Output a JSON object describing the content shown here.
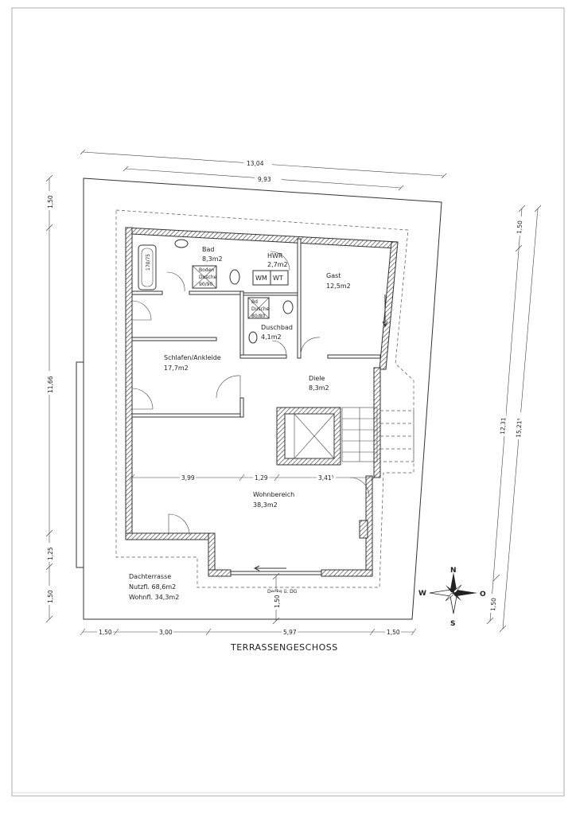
{
  "plan_title": "TERRASSENGESCHOSS",
  "rooms": {
    "bad": {
      "name": "Bad",
      "area": "8,3m2"
    },
    "hwr": {
      "name": "HWR",
      "area": "2,7m2"
    },
    "gast": {
      "name": "Gast",
      "area": "12,5m2"
    },
    "duschbad": {
      "name": "Duschbad",
      "area": "4,1m2"
    },
    "schlafen": {
      "name": "Schlafen/Ankleide",
      "area": "17,7m2"
    },
    "diele": {
      "name": "Diele",
      "area": "8,3m2"
    },
    "wohnbereich": {
      "name": "Wohnbereich",
      "area": "38,3m2"
    }
  },
  "fixtures": {
    "tub": "170/75",
    "shower1_a": "Boden",
    "shower1_b": "Dusche",
    "shower1_c": "90/90",
    "shower2_a": "Bd",
    "shower2_b": "Dusche",
    "shower2_c": "80/80",
    "wm": "WM",
    "wt": "WT",
    "stair_note": "Decke ü. DG"
  },
  "summary": {
    "line1": "Dachterrasse",
    "line2": "Nutzfl.  68,6m2",
    "line3": "Wohnfl.  34,3m2"
  },
  "dims": {
    "top_total": "13,04",
    "top_inner": "9,93",
    "left_top": "1,50",
    "left_mid": "11,66",
    "left_low": "1,25",
    "left_bot": "1,50",
    "bottom": [
      "1,50",
      "3,00",
      "5,97",
      "1,50"
    ],
    "inner": [
      "3,99",
      "1,29",
      "3,41⁵"
    ],
    "center_small": "1,50",
    "right_top": "1,50",
    "right_a": "12,31",
    "right_b": "15,21⁵",
    "right_bot": "1,50"
  },
  "compass": {
    "n": "N",
    "s": "S",
    "w": "W",
    "o": "O"
  }
}
